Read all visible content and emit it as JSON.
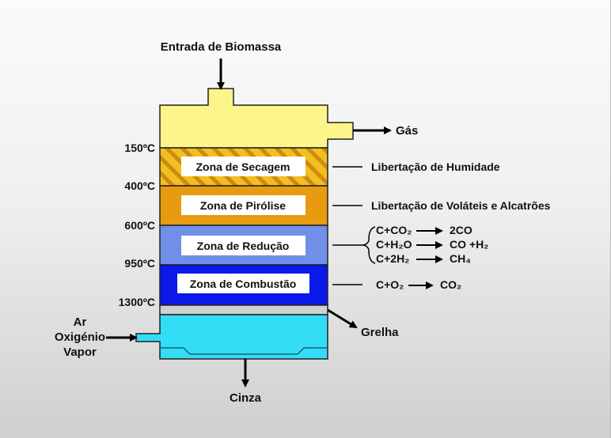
{
  "title": "Entrada de Biomassa",
  "output_gas": "Gás",
  "outputs": {
    "ash": "Cinza",
    "grate": "Grelha"
  },
  "inputs": {
    "line1": "Ar",
    "line2": "Oxigénio",
    "line3": "Vapor"
  },
  "temperatures": [
    "150ºC",
    "400ºC",
    "600ºC",
    "950ºC",
    "1300ºC"
  ],
  "zones": [
    {
      "label": "Zona de Secagem",
      "color": "#f0c020"
    },
    {
      "label": "Zona de Pirólise",
      "color": "#e89a10"
    },
    {
      "label": "Zona de Redução",
      "color": "#6f8fe8"
    },
    {
      "label": "Zona de Combustão",
      "color": "#0a18e8"
    }
  ],
  "zone_outputs": {
    "drying": "Libertação de Humidade",
    "pyrolysis": "Libertação de Voláteis e Alcatrões"
  },
  "reactions": {
    "reduction": [
      {
        "left": "C+CO₂",
        "right": "2CO"
      },
      {
        "left": "C+H₂O",
        "right": "CO +H₂"
      },
      {
        "left": "C+2H₂",
        "right": "CH₄"
      }
    ],
    "combustion": {
      "left": "C+O₂",
      "right": "CO₂"
    }
  },
  "colors": {
    "gas_space": "#fbf58a",
    "bottom_space": "#33ddf5",
    "grate": "#d0d0d0"
  }
}
